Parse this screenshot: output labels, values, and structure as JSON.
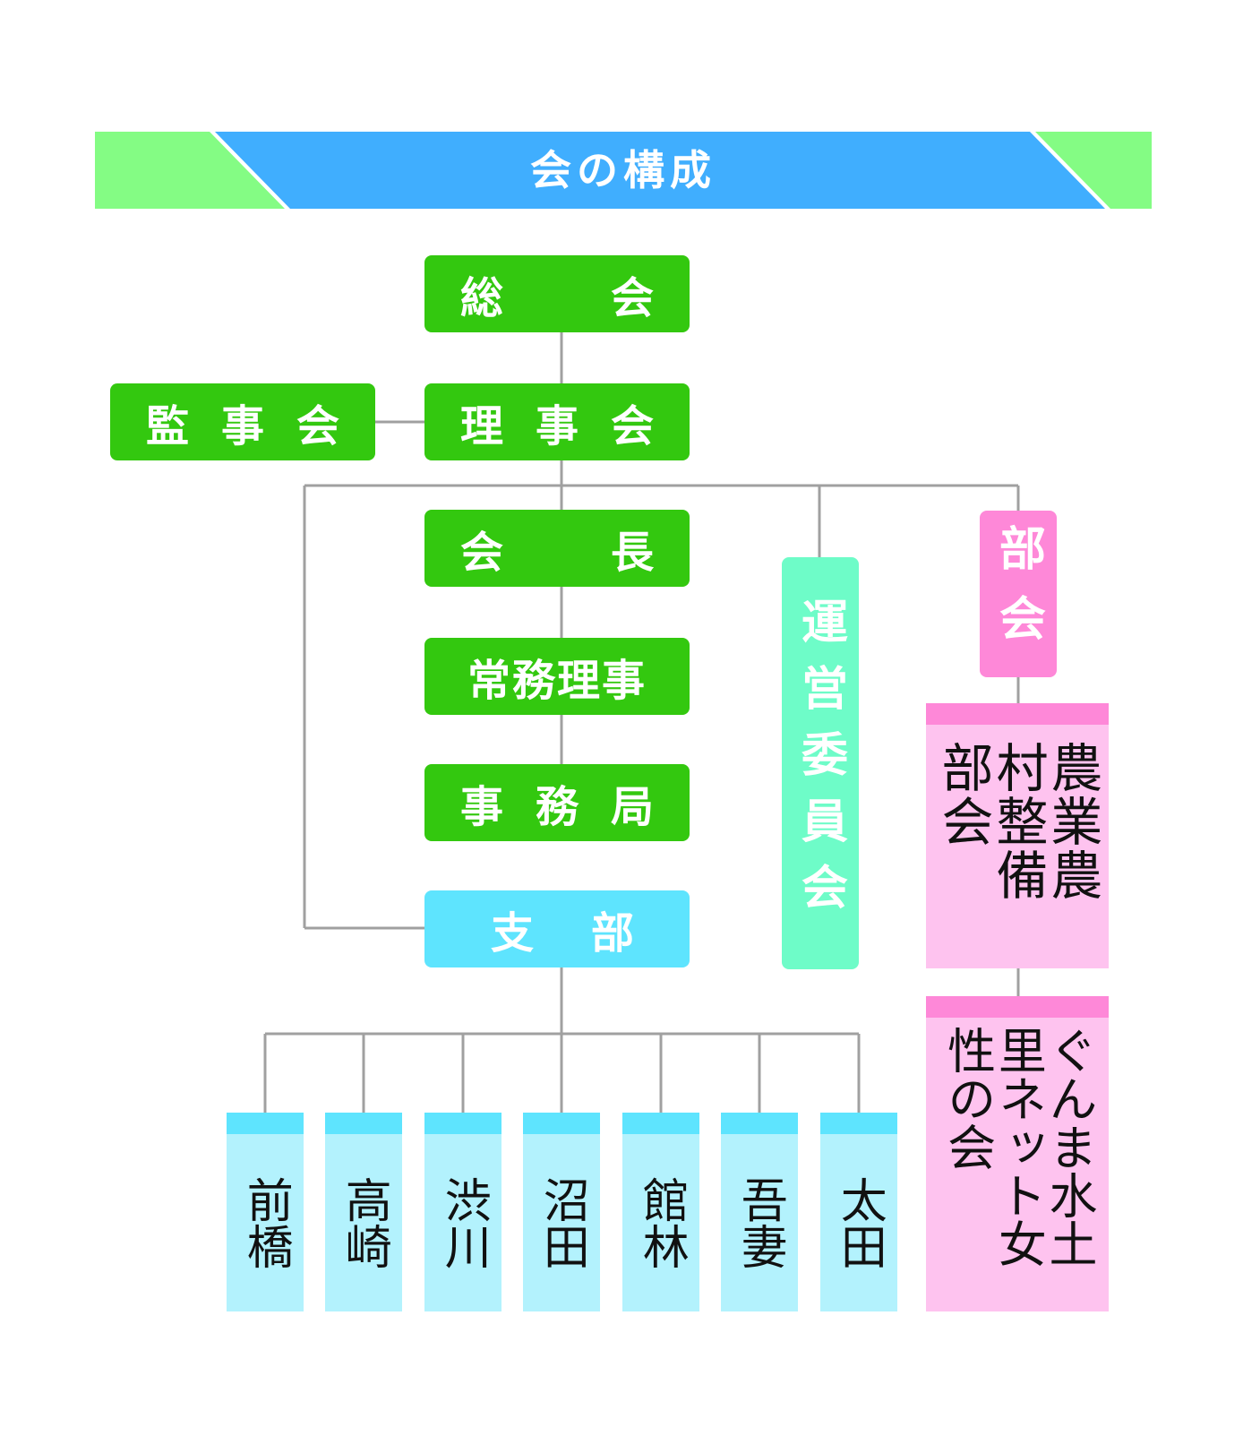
{
  "title": "会の構成",
  "nodes": {
    "soukai": [
      "総",
      "会"
    ],
    "kanjikai": [
      "監",
      "事",
      "会"
    ],
    "rijikai": [
      "理",
      "事",
      "会"
    ],
    "kaichou": [
      "会",
      "長"
    ],
    "joumu": "常務理事",
    "jimukyoku": [
      "事",
      "務",
      "局"
    ],
    "shibu": [
      "支",
      "部"
    ],
    "unei": "運営委員会",
    "bukai": "部会",
    "nougyou": "農業農村整備部会",
    "guma": "ぐんま水土里ネット女性の会"
  },
  "branches": [
    "前橋",
    "高崎",
    "渋川",
    "沼田",
    "館林",
    "吾妻",
    "太田"
  ],
  "colors": {
    "banner_green": "#84fc84",
    "banner_blue": "#40aefe",
    "node_green": "#33c80f",
    "mint": "#6efcc8",
    "pink": "#fe88d8",
    "pink_light": "#fec3ef",
    "sky": "#5ee4fe",
    "sky_light": "#b3f2fd",
    "connector": "#a0a0a0"
  }
}
